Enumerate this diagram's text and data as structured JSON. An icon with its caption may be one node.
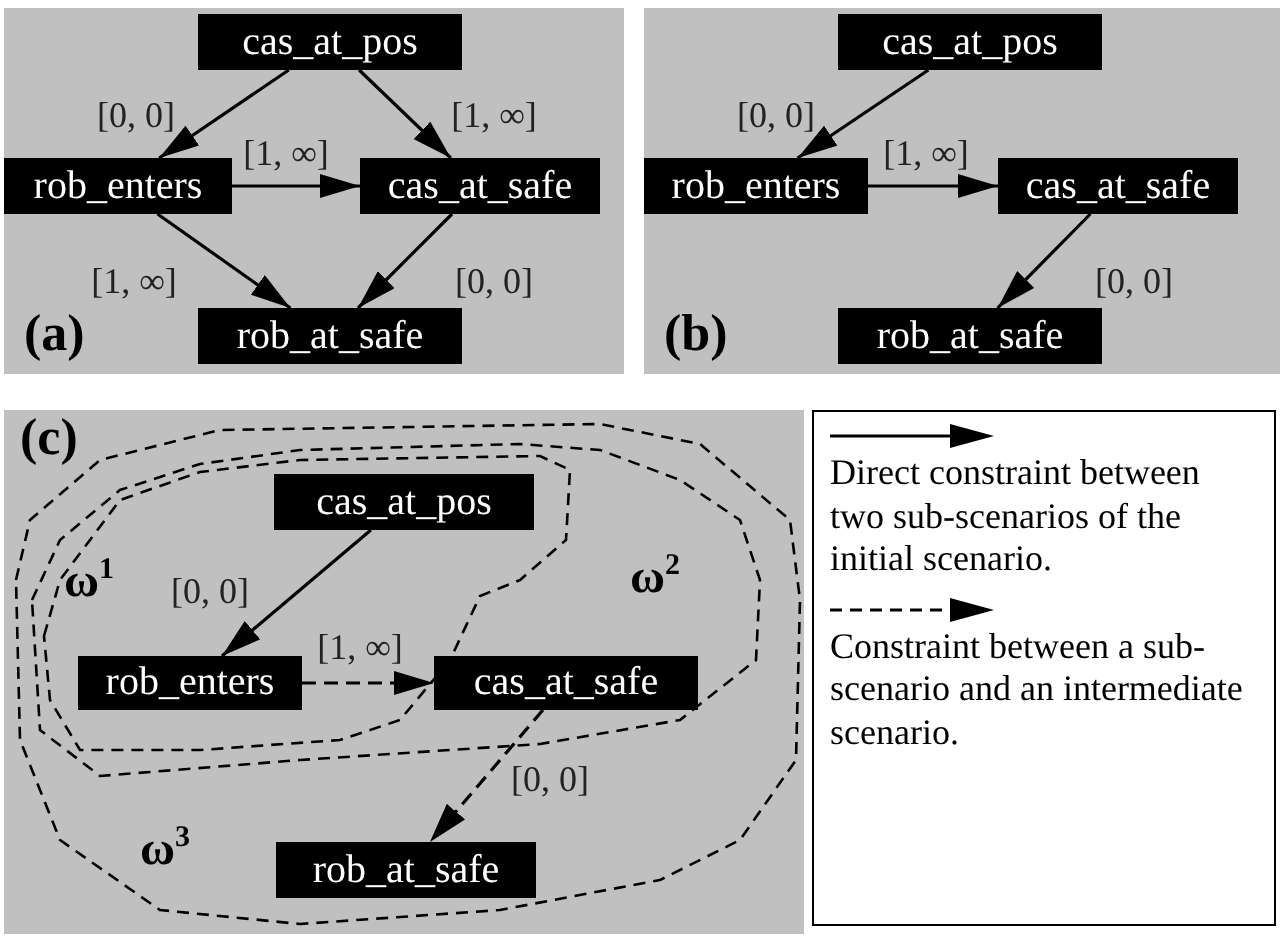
{
  "diagram": {
    "nodes": [
      {
        "text": [
          "(a)"
        ]
      },
      {
        "text": [
          "cas_at_pos"
        ],
        "in": 0
      },
      {
        "text": [
          "rob_enters"
        ],
        "in": 0
      },
      {
        "text": [
          "cas_at_safe"
        ],
        "in": 0
      },
      {
        "text": [
          "rob_at_safe"
        ],
        "in": 0
      },
      {
        "text": [
          "(b)"
        ]
      },
      {
        "text": [
          "cas_at_pos"
        ],
        "in": 5
      },
      {
        "text": [
          "rob_enters"
        ],
        "in": 5
      },
      {
        "text": [
          "cas_at_safe"
        ],
        "in": 5
      },
      {
        "text": [
          "rob_at_safe"
        ],
        "in": 5
      },
      {
        "text": [
          "(c)"
        ]
      },
      {
        "text": [
          "ω$^{3}$"
        ],
        "in": 10
      },
      {
        "text": [
          "ω$^{2}$"
        ],
        "in": 11
      },
      {
        "text": [
          "ω$^{1}$"
        ],
        "in": 12
      },
      {
        "text": [
          "cas_at_pos"
        ],
        "in": 13
      },
      {
        "text": [
          "rob_enters"
        ],
        "in": 13
      },
      {
        "text": [
          "cas_at_safe"
        ],
        "in": 12
      },
      {
        "text": [
          "rob_at_safe"
        ],
        "in": 11
      }
    ],
    "edges": [
      {
        "from": 1,
        "to": 2,
        "arrow": "to",
        "label": "[0, 0]"
      },
      {
        "from": 1,
        "to": 3,
        "arrow": "to",
        "label": "[1, ∞]"
      },
      {
        "from": 2,
        "to": 3,
        "arrow": "to",
        "label": "[1, ∞]"
      },
      {
        "from": 2,
        "to": 4,
        "arrow": "to",
        "label": "[1, ∞]"
      },
      {
        "from": 3,
        "to": 4,
        "arrow": "to",
        "label": "[0, 0]"
      },
      {
        "from": 6,
        "to": 7,
        "arrow": "to",
        "label": "[0, 0]"
      },
      {
        "from": 7,
        "to": 8,
        "arrow": "to",
        "label": "[1, ∞]"
      },
      {
        "from": 8,
        "to": 9,
        "arrow": "to",
        "label": "[0, 0]"
      },
      {
        "from": 14,
        "to": 15,
        "arrow": "to",
        "label": "[0, 0]"
      },
      {
        "from": 15,
        "to": 16,
        "arrow": "to",
        "label": "[1, ∞]",
        "style": "dashed"
      },
      {
        "from": 16,
        "to": 17,
        "arrow": "to",
        "label": "[0, 0]",
        "style": "dashed"
      }
    ],
    "legend": [
      {
        "text": "Direct constraint between two sub-scenarios of the initial scenario."
      },
      {
        "text": "Constraint between a sub-scenario and an intermediate scenario."
      }
    ]
  }
}
